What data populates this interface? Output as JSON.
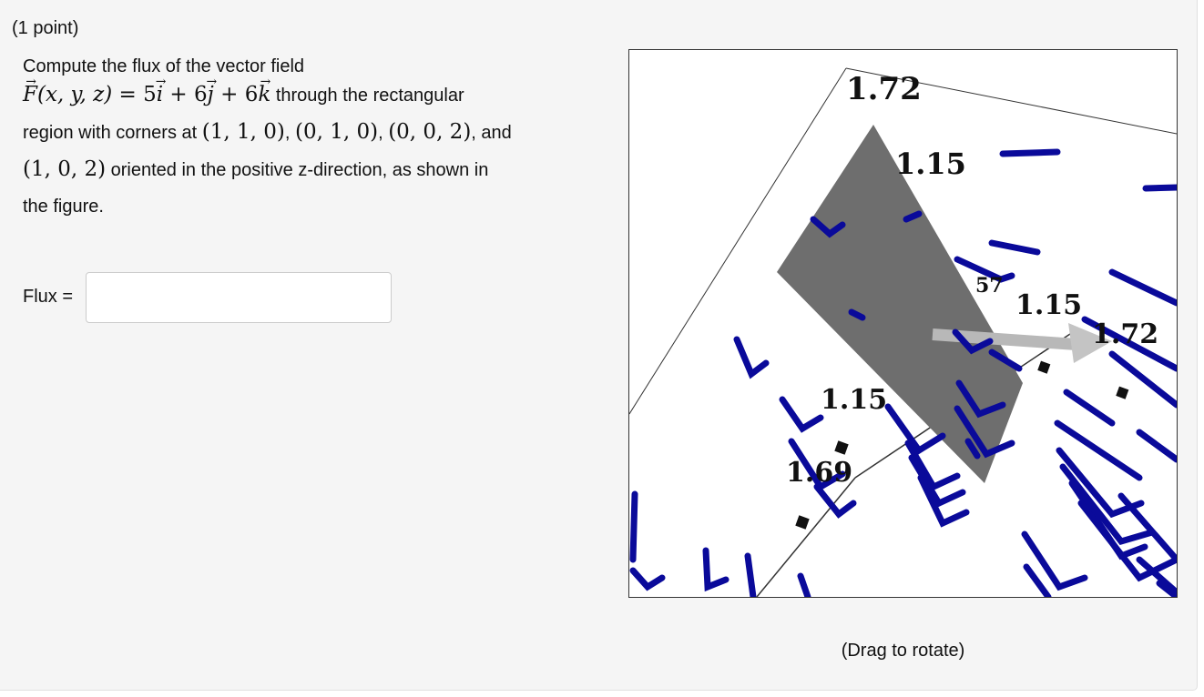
{
  "problem": {
    "points_label": "(1 point)",
    "intro": "Compute the flux of the vector field",
    "field": {
      "F": "F",
      "args": "(x, y, z) = ",
      "c1": "5",
      "i": "i",
      "plus1": " + ",
      "c2": "6",
      "j": "j",
      "plus2": " + ",
      "c3": "6",
      "k": "k"
    },
    "line2_text": " through the rectangular",
    "line3_text": "region with corners at ",
    "corners": [
      "(1, 1, 0)",
      "(0, 1, 0)",
      "(0, 0, 2)",
      "(1, 0, 2)"
    ],
    "sep": ", ",
    "and_text": ", and",
    "line4_text": " oriented in the positive z-direction, as shown in",
    "line5_text": "the figure."
  },
  "answer": {
    "label": "Flux =",
    "value": "",
    "placeholder": ""
  },
  "figure": {
    "drag_hint": "(Drag to rotate)",
    "axis_labels": [
      "1.72",
      "1.15",
      "1.15",
      "1.72",
      "1.15",
      "1.69",
      "57"
    ],
    "colors": {
      "arrow": "#0a0a9a",
      "arrow_tip": "#1e3cff",
      "surface": "#6e6e6e",
      "normal_arrow": "#b8b8b8",
      "box_edge": "#333333"
    }
  }
}
